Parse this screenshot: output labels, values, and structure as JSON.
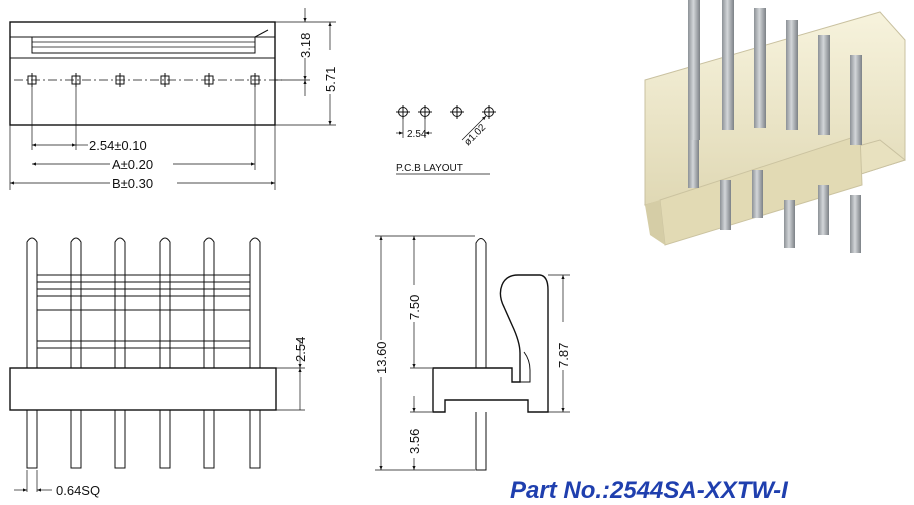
{
  "top_view": {
    "dim_height_inner": "3.18",
    "dim_height_outer": "5.71",
    "dim_pitch": "2.54±0.10",
    "dim_a": "A±0.20",
    "dim_b": "B±0.30"
  },
  "pcb_layout": {
    "dim_pitch": "2.54",
    "dim_hole": "ø1.02",
    "title": "P.C.B LAYOUT"
  },
  "front_view": {
    "dim_pitch": "2.54",
    "dim_pin": "0.64SQ"
  },
  "side_view": {
    "dim_total": "13.60",
    "dim_upper": "7.50",
    "dim_lower": "3.56",
    "dim_housing": "7.87"
  },
  "part_number": "Part No.:2544SA-XXTW-I",
  "colors": {
    "part_number_text": "#1f3fae",
    "housing": "#efe9c8",
    "pins": "#a9aeb3"
  }
}
